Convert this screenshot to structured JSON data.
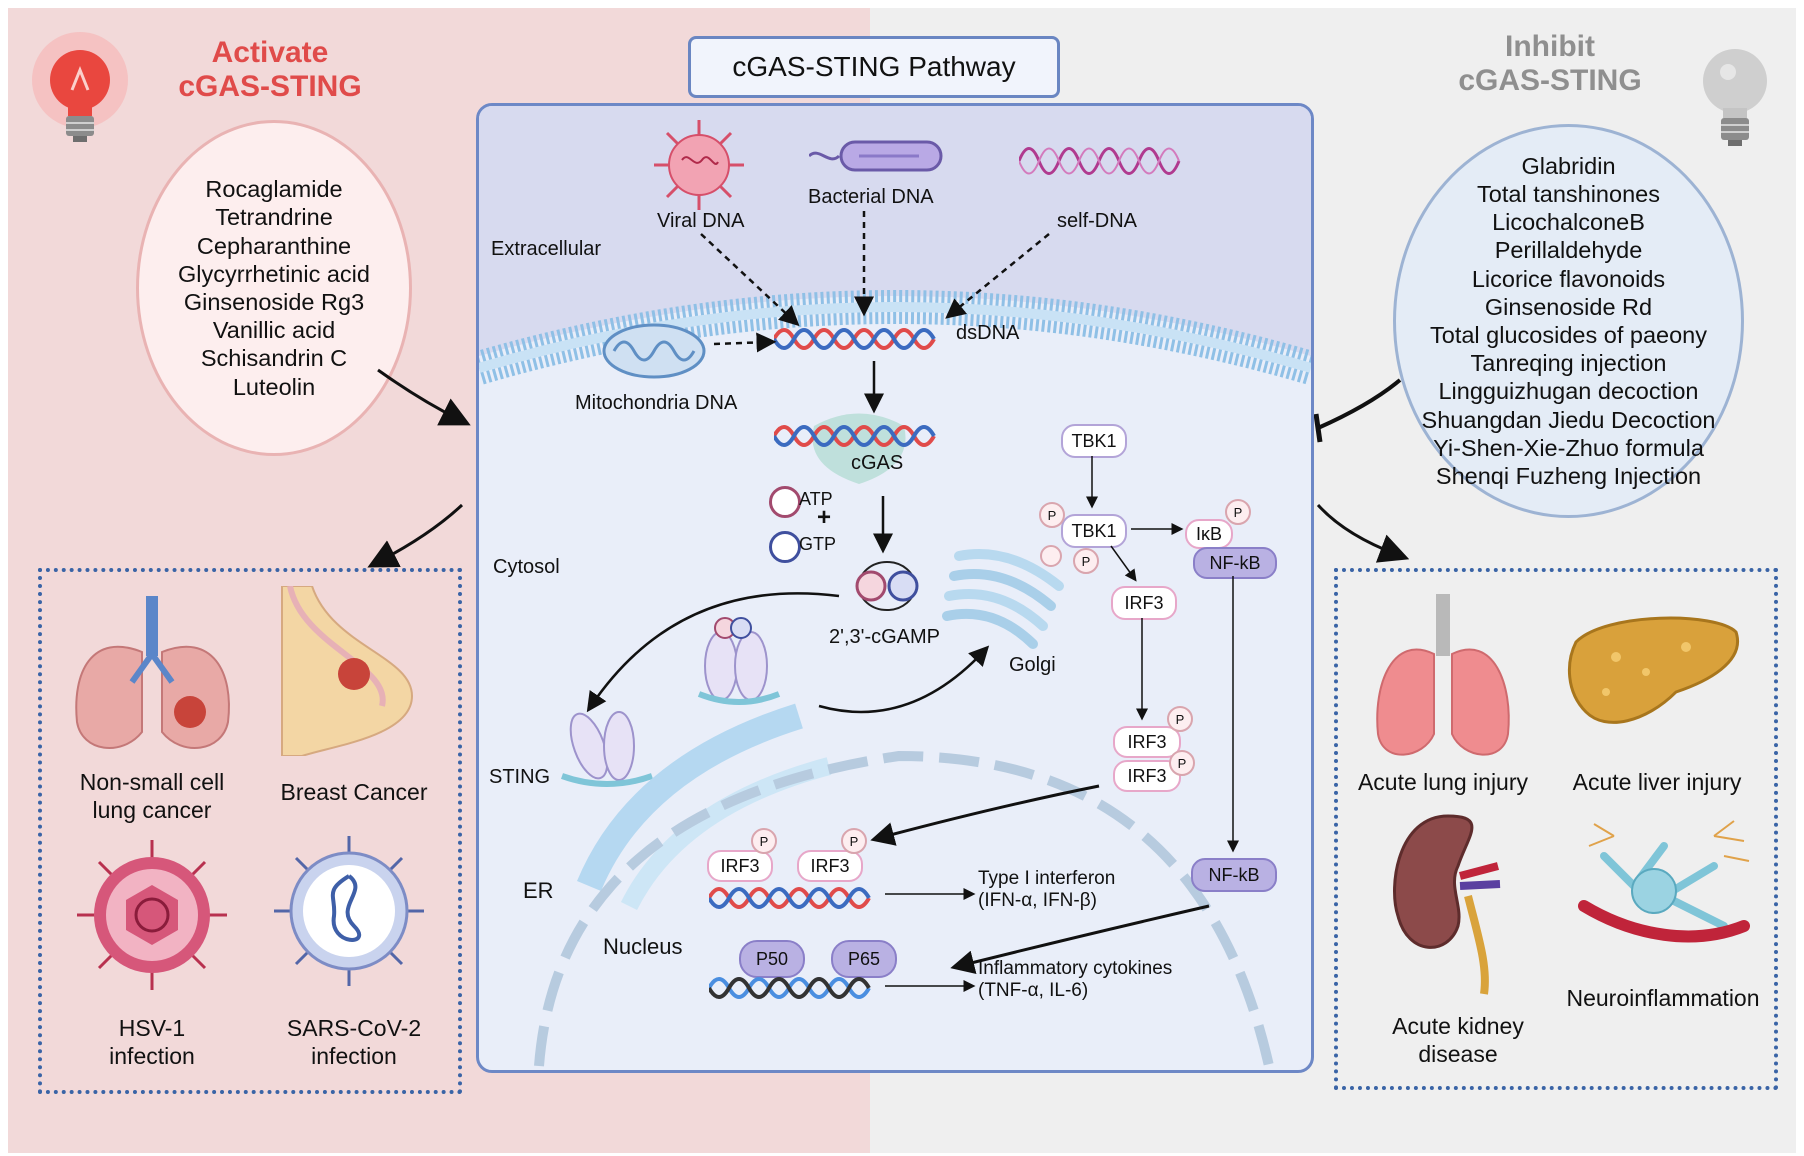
{
  "title": "cGAS-STING Pathway",
  "activate": {
    "title_line1": "Activate",
    "title_line2": "cGAS-STING",
    "compounds": [
      "Rocaglamide",
      "Tetrandrine",
      "Cepharanthine",
      "Glycyrrhetinic acid",
      "Ginsenoside Rg3",
      "Vanillic acid",
      "Schisandrin C",
      "Luteolin"
    ],
    "diseases": [
      {
        "line1": "Non-small cell",
        "line2": "lung cancer"
      },
      {
        "line1": "Breast Cancer",
        "line2": ""
      },
      {
        "line1": "HSV-1",
        "line2": "infection"
      },
      {
        "line1": "SARS-CoV-2",
        "line2": "infection"
      }
    ]
  },
  "inhibit": {
    "title_line1": "Inhibit",
    "title_line2": "cGAS-STING",
    "compounds": [
      "Glabridin",
      "Total tanshinones",
      "LicochalconeB",
      "Perillaldehyde",
      "Licorice flavonoids",
      "Ginsenoside Rd",
      "Total glucosides of paeony",
      "Tanreqing injection",
      "Lingguizhugan decoction",
      "Shuangdan Jiedu Decoction",
      "Yi-Shen-Xie-Zhuo formula",
      "Shenqi Fuzheng Injection"
    ],
    "diseases": [
      {
        "line1": "Acute lung injury",
        "line2": ""
      },
      {
        "line1": "Acute liver injury",
        "line2": ""
      },
      {
        "line1": "Acute kidney",
        "line2": "disease"
      },
      {
        "line1": "Neuroinflammation",
        "line2": ""
      }
    ]
  },
  "pathway": {
    "viral_dna": "Viral DNA",
    "bacterial_dna": "Bacterial DNA",
    "self_dna": "self-DNA",
    "extracellular": "Extracellular",
    "dsdna": "dsDNA",
    "mito_dna": "Mitochondria DNA",
    "cgas": "cGAS",
    "atp": "ATP",
    "plus": "+",
    "gtp": "GTP",
    "cgamp": "2',3'-cGAMP",
    "cytosol": "Cytosol",
    "sting": "STING",
    "er": "ER",
    "golgi": "Golgi",
    "nucleus": "Nucleus",
    "tbk1": "TBK1",
    "ikb": "IκB",
    "nfkb": "NF-kB",
    "irf3": "IRF3",
    "p": "P",
    "p50": "P50",
    "p65": "P65",
    "ifn_line1": "Type I interferon",
    "ifn_line2": "(IFN-α, IFN-β)",
    "cyto_line1": "Inflammatory cytokines",
    "cyto_line2": "(TNF-α, IL-6)"
  }
}
